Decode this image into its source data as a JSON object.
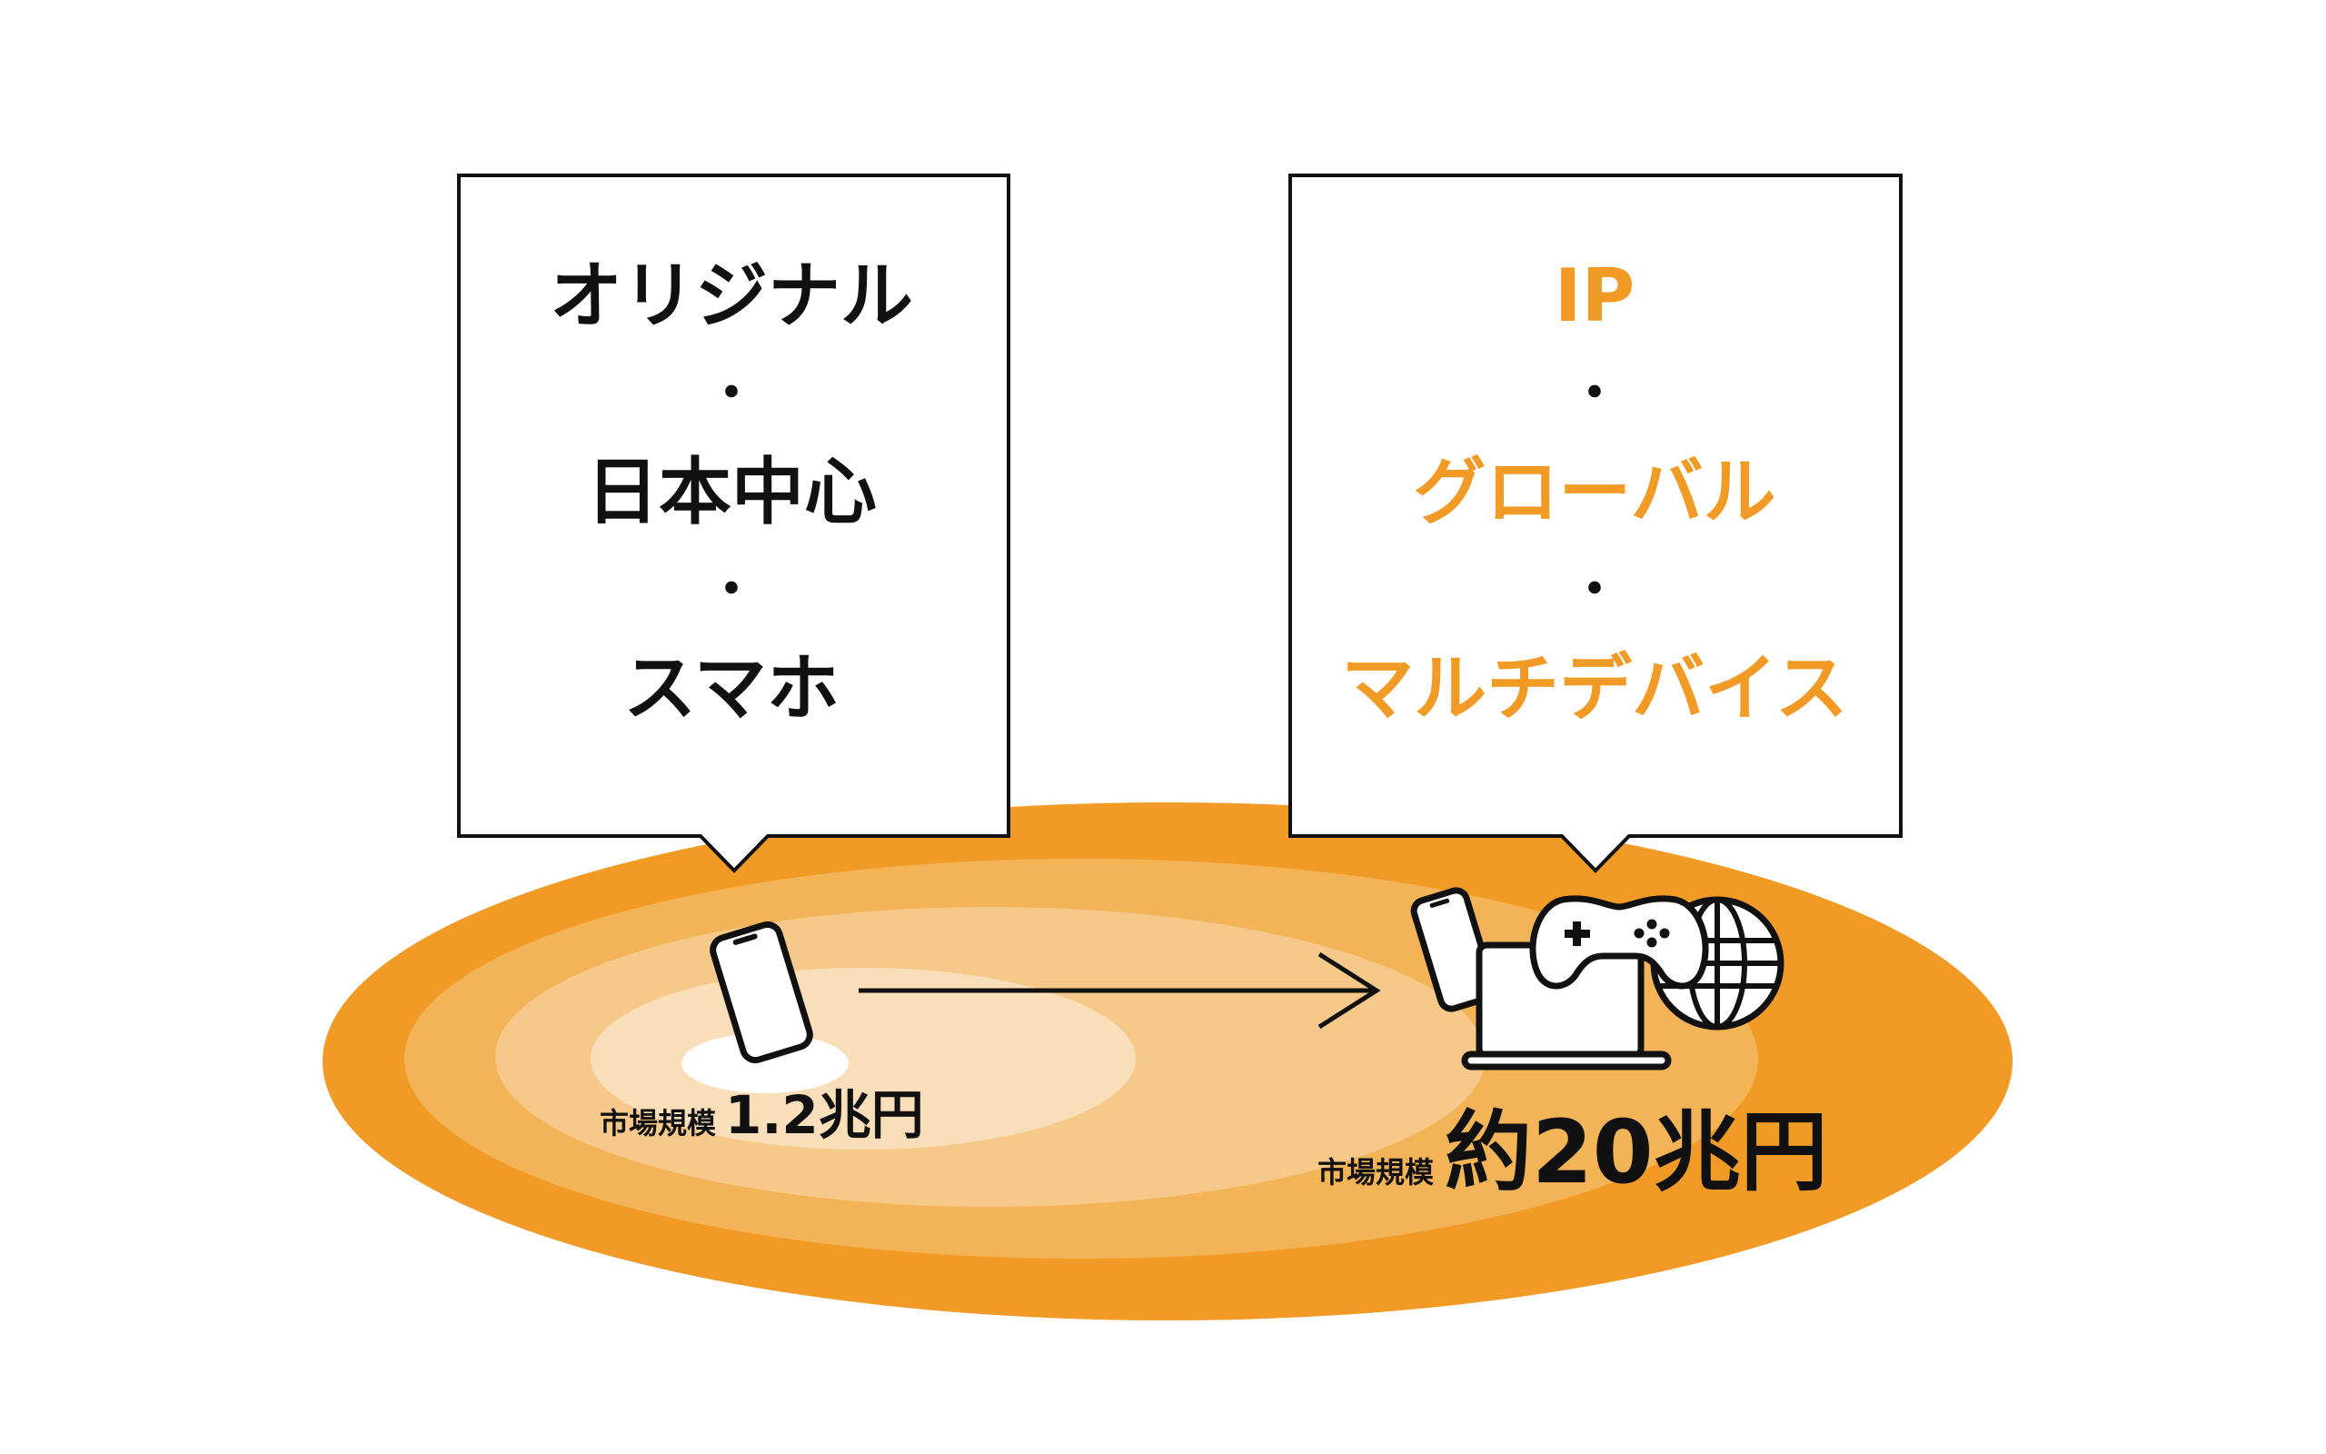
{
  "colors": {
    "orange": "#f19a25",
    "ring1": "#f3b357",
    "ring2": "#f6c98a",
    "ring3": "#f9dfb9",
    "center": "#ffffff",
    "text": "#111111",
    "accent_text": "#f19a25"
  },
  "left_box": {
    "lines": [
      "オリジナル",
      "・",
      "日本中心",
      "・",
      "スマホ"
    ]
  },
  "right_box": {
    "lines": [
      "IP",
      "・",
      "グローバル",
      "・",
      "マルチデバイス"
    ]
  },
  "left_market": {
    "label": "市場規模",
    "value": "1.2兆円"
  },
  "right_market": {
    "label": "市場規模",
    "value": "約20兆円"
  },
  "icons": {
    "left": [
      "smartphone-icon"
    ],
    "right": [
      "smartphone-icon",
      "laptop-icon",
      "gamepad-icon",
      "globe-icon"
    ],
    "arrow": "arrow-right-icon"
  }
}
